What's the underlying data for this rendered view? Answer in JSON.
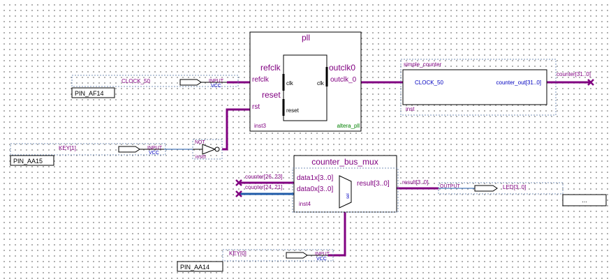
{
  "pll": {
    "title": "pll",
    "ports": {
      "refclk": "refclk",
      "reset": "reset",
      "outclk0": "outclk0",
      "inner_clk": "clk",
      "inner_reset": "reset",
      "inner_clk_out": "clk"
    },
    "pins": {
      "refclk": "refclk",
      "rst": "rst",
      "outclk_0": "outclk_0"
    },
    "instance": "inst3",
    "ip_name": "altera_pll"
  },
  "simple_counter": {
    "title": "simple_counter",
    "port_in": "CLOCK_50",
    "port_out": "counter_out[31..0]",
    "instance": "inst",
    "out_wire": "counter[31..0]"
  },
  "mux": {
    "title": "counter_bus_mux",
    "data1x": "data1x[3..0]",
    "data0x": "data0x[3..0]",
    "result": "result[3..0]",
    "instance": "inst4",
    "sel": "sel",
    "wire_data1x": "counter[26..23]",
    "wire_data0x": "counter[24..21]",
    "wire_result": "result[3..0]"
  },
  "input_clock": {
    "signal": "CLOCK_50",
    "type": "INPUT",
    "vcc": "VCC",
    "pin": "PIN_AF14"
  },
  "input_key1": {
    "signal": "KEY[1]",
    "type": "INPUT",
    "vcc": "VCC",
    "pin": "PIN_AA15"
  },
  "not_gate": {
    "label": "NOT",
    "instance": "inst5"
  },
  "input_key0": {
    "signal": "KEY[0]",
    "type": "INPUT",
    "vcc": "VCC",
    "pin": "PIN_AA14"
  },
  "output_led": {
    "type": "OUTPUT",
    "signal": "LED[3..0]",
    "pin": "..."
  },
  "colors": {
    "block_border": "#000000",
    "bus": "#800080",
    "wire": "#1e5aa8",
    "label": "#800080",
    "port": "#0000c0"
  }
}
